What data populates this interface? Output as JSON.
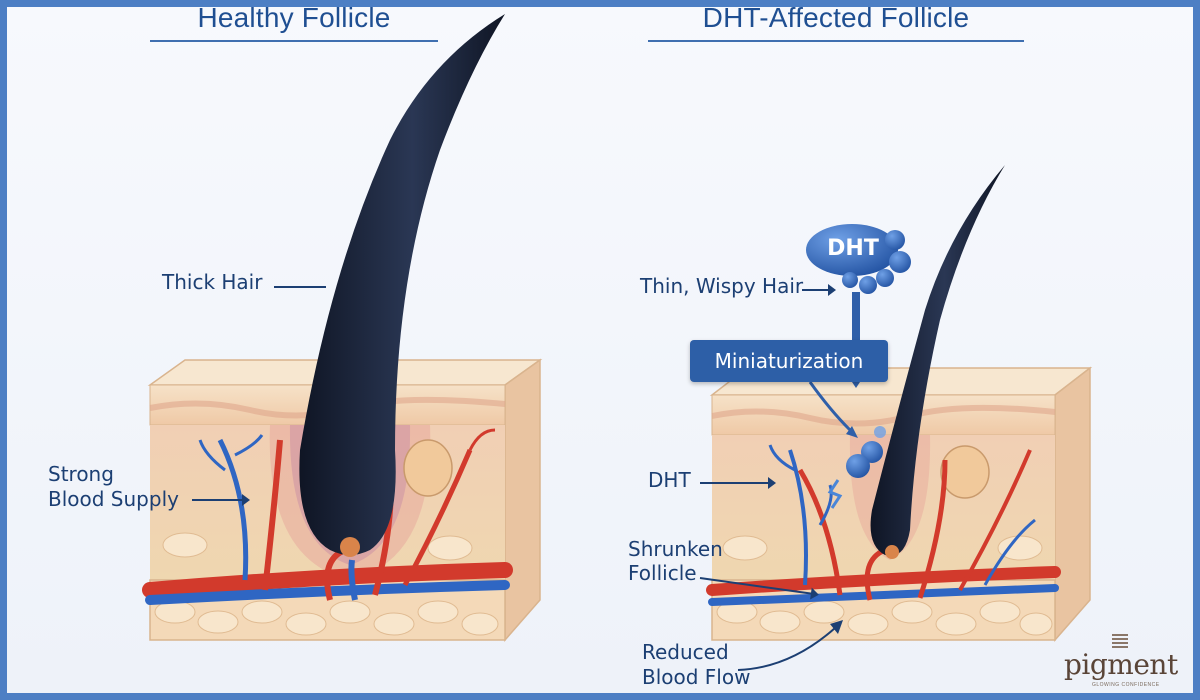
{
  "titles": {
    "healthy": "Healthy Follicle",
    "affected": "DHT-Affected Follicle"
  },
  "healthy_labels": {
    "thick_hair": "Thick Hair",
    "blood_supply_line1": "Strong",
    "blood_supply_line2": "Blood Supply"
  },
  "affected_labels": {
    "thin_hair": "Thin, Wispy Hair",
    "miniaturization": "Miniaturization",
    "dht_bubble": "DHT",
    "dht": "DHT",
    "shrunken_line1": "Shrunken",
    "shrunken_line2": "Follicle",
    "reduced_line1": "Reduced",
    "reduced_line2": "Blood Flow"
  },
  "logo": {
    "word": "pigment",
    "tagline": "GLOWING CONFIDENCE"
  },
  "colors": {
    "frame": "#4d7fc4",
    "title": "#1f4f92",
    "label": "#1c3f73",
    "hair": "#1a2235",
    "artery": "#d23a2c",
    "vein": "#2f66c3",
    "skin": "#f2d4b4",
    "fat": "#f3dcb8",
    "dht": "#2f64b8"
  }
}
